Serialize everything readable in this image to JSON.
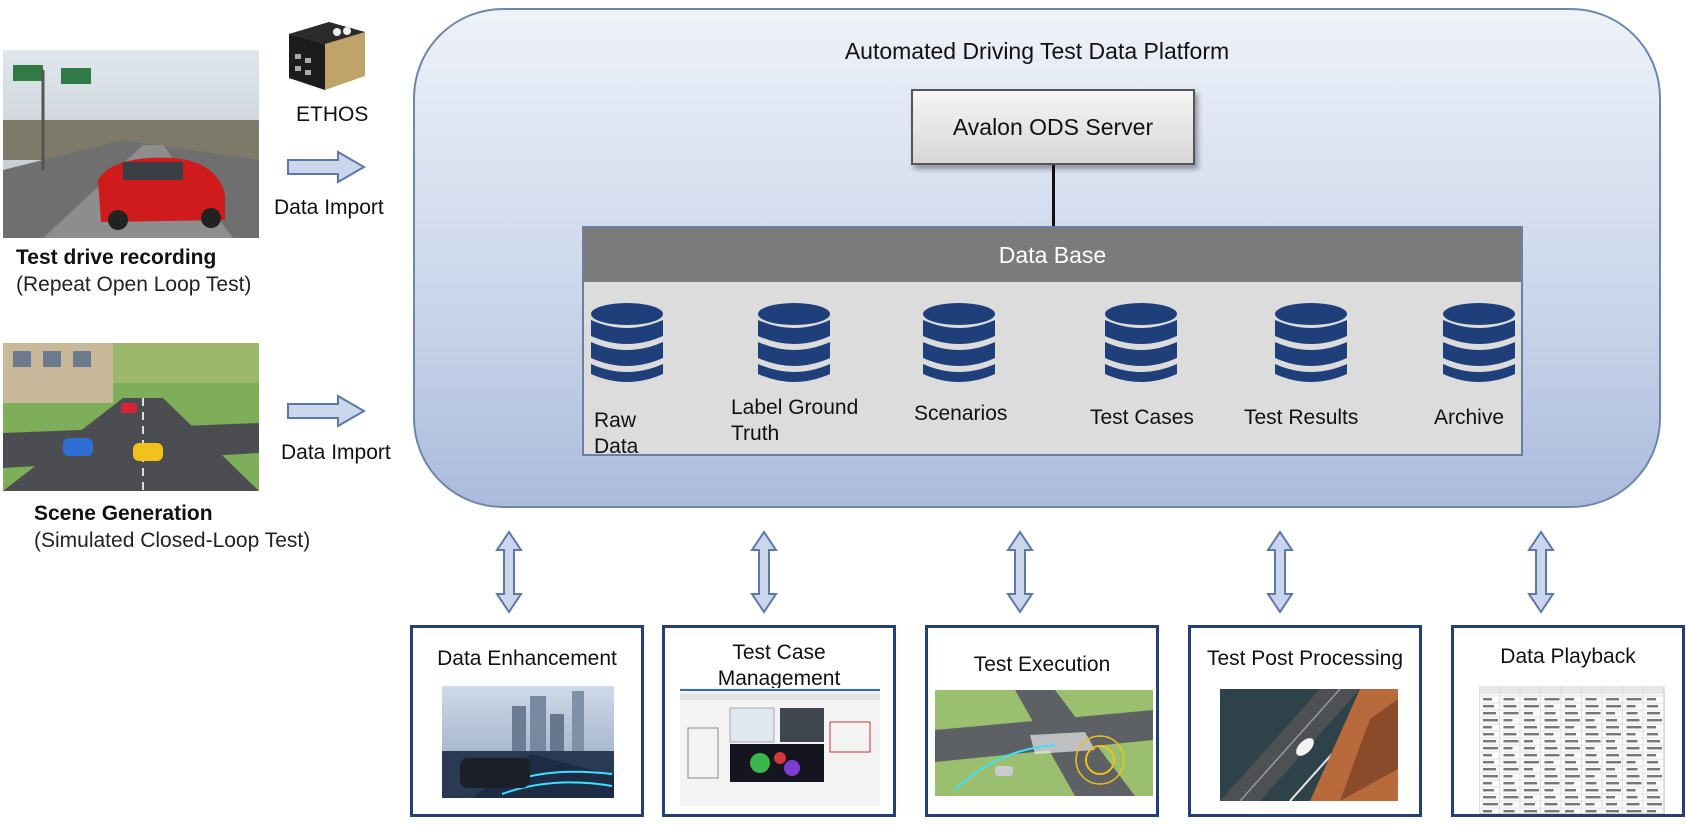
{
  "sources": [
    {
      "title": "Test drive recording",
      "subtitle": "(Repeat Open Loop Test)",
      "import_label": "Data Import"
    },
    {
      "title": "Scene Generation",
      "subtitle": "(Simulated Closed-Loop Test)",
      "import_label": "Data Import"
    }
  ],
  "ethos": {
    "label": "ETHOS"
  },
  "platform": {
    "title": "Automated Driving Test Data Platform",
    "server": "Avalon ODS Server",
    "database": {
      "title": "Data Base",
      "items": [
        {
          "label_lines": [
            "Raw",
            "Data"
          ]
        },
        {
          "label_lines": [
            "Label Ground",
            "Truth"
          ]
        },
        {
          "label_lines": [
            "Scenarios"
          ]
        },
        {
          "label_lines": [
            "Test Cases"
          ]
        },
        {
          "label_lines": [
            "Test Results"
          ]
        },
        {
          "label_lines": [
            "Archive"
          ]
        }
      ]
    }
  },
  "modules": [
    {
      "title_lines": [
        "Data Enhancement"
      ]
    },
    {
      "title_lines": [
        "Test Case",
        "Management"
      ]
    },
    {
      "title_lines": [
        "Test Execution"
      ]
    },
    {
      "title_lines": [
        "Test Post Processing"
      ]
    },
    {
      "title_lines": [
        "Data Playback"
      ]
    }
  ],
  "colors": {
    "platform_border": "#6d86ad",
    "database_icon": "#1f3f7a",
    "module_border": "#223f76",
    "arrow_fill": "#c9d6ec",
    "arrow_stroke": "#5b78a8"
  }
}
